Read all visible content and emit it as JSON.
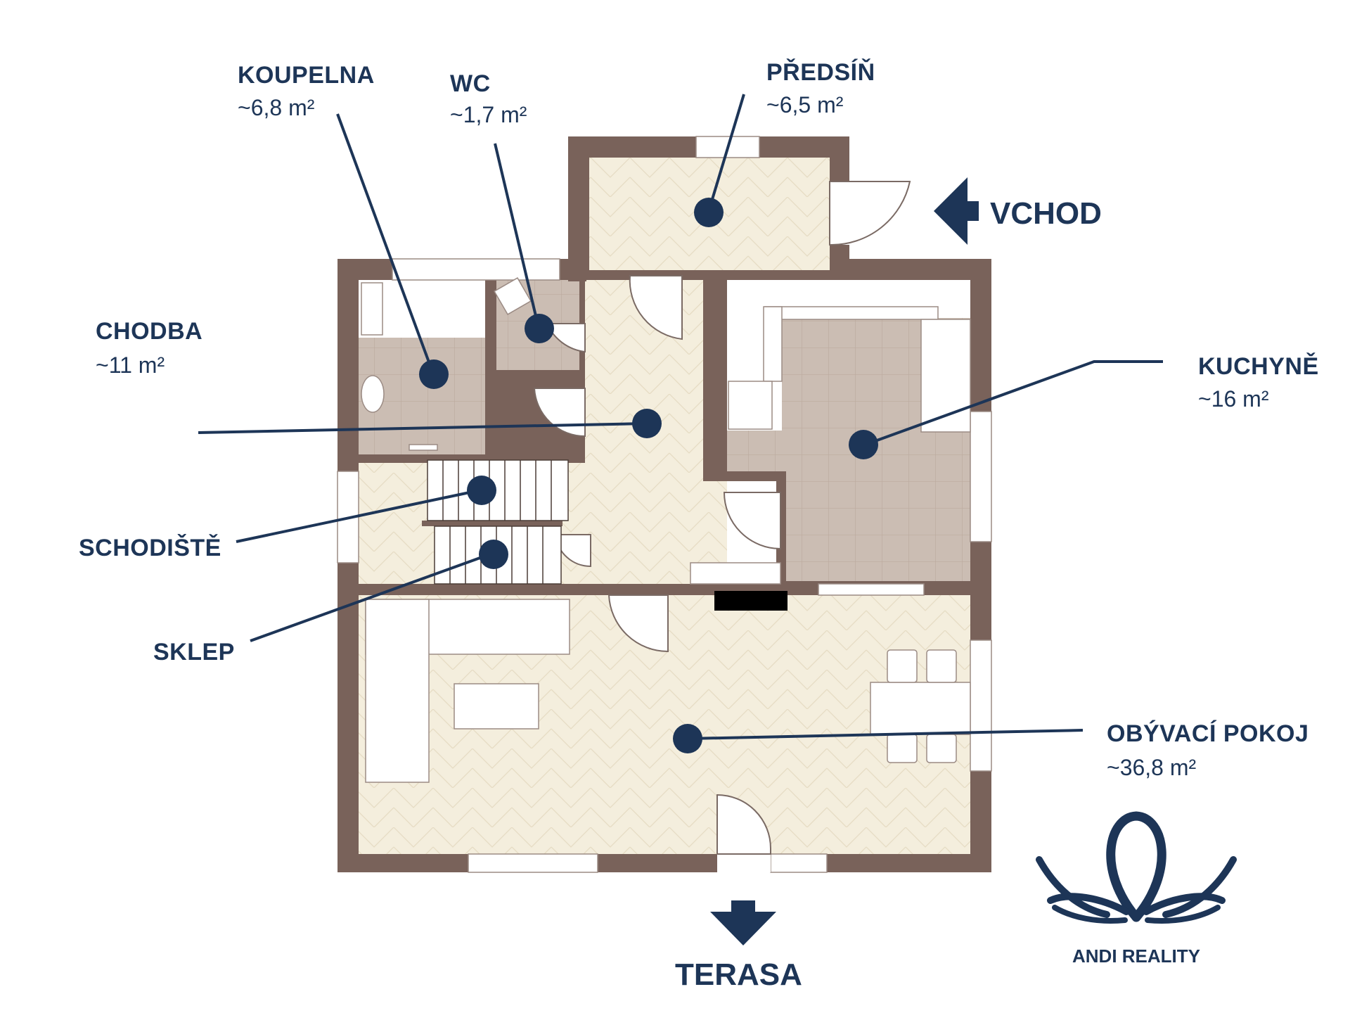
{
  "colors": {
    "wall": "#79625a",
    "floor_herringbone": "#f3ecd9",
    "floor_tile": "#cbbcb2",
    "accent": "#1d3557"
  },
  "entrance": {
    "label": "VCHOD",
    "icon": "arrow-left-icon"
  },
  "terrace": {
    "label": "TERASA",
    "icon": "arrow-down-icon"
  },
  "rooms": [
    {
      "name": "KOUPELNA",
      "area": "~6,8 m²"
    },
    {
      "name": "WC",
      "area": "~1,7 m²"
    },
    {
      "name": "PŘEDSÍŇ",
      "area": "~6,5 m²"
    },
    {
      "name": "CHODBA",
      "area": "~11 m²"
    },
    {
      "name": "KUCHYNĚ",
      "area": "~16 m²"
    },
    {
      "name": "SCHODIŠTĚ",
      "area": ""
    },
    {
      "name": "SKLEP",
      "area": ""
    },
    {
      "name": "OBÝVACÍ POKOJ",
      "area": "~36,8 m²"
    }
  ],
  "logo": {
    "text": "ANDI REALITY",
    "icon": "andi-reality-logo-icon"
  }
}
